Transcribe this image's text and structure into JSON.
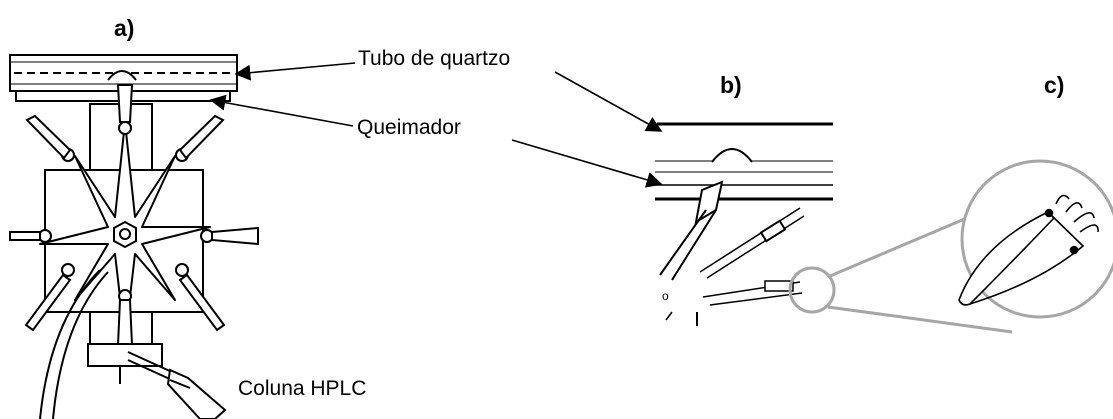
{
  "panels": {
    "a": "a)",
    "b": "b)",
    "c": "c)"
  },
  "labels": {
    "tube": "Tubo de quartzo",
    "burner": "Queimador",
    "column": "Coluna HPLC"
  },
  "colors": {
    "ink": "#000000",
    "magnifier": "#a6a6a6",
    "background": "#ffffff"
  }
}
